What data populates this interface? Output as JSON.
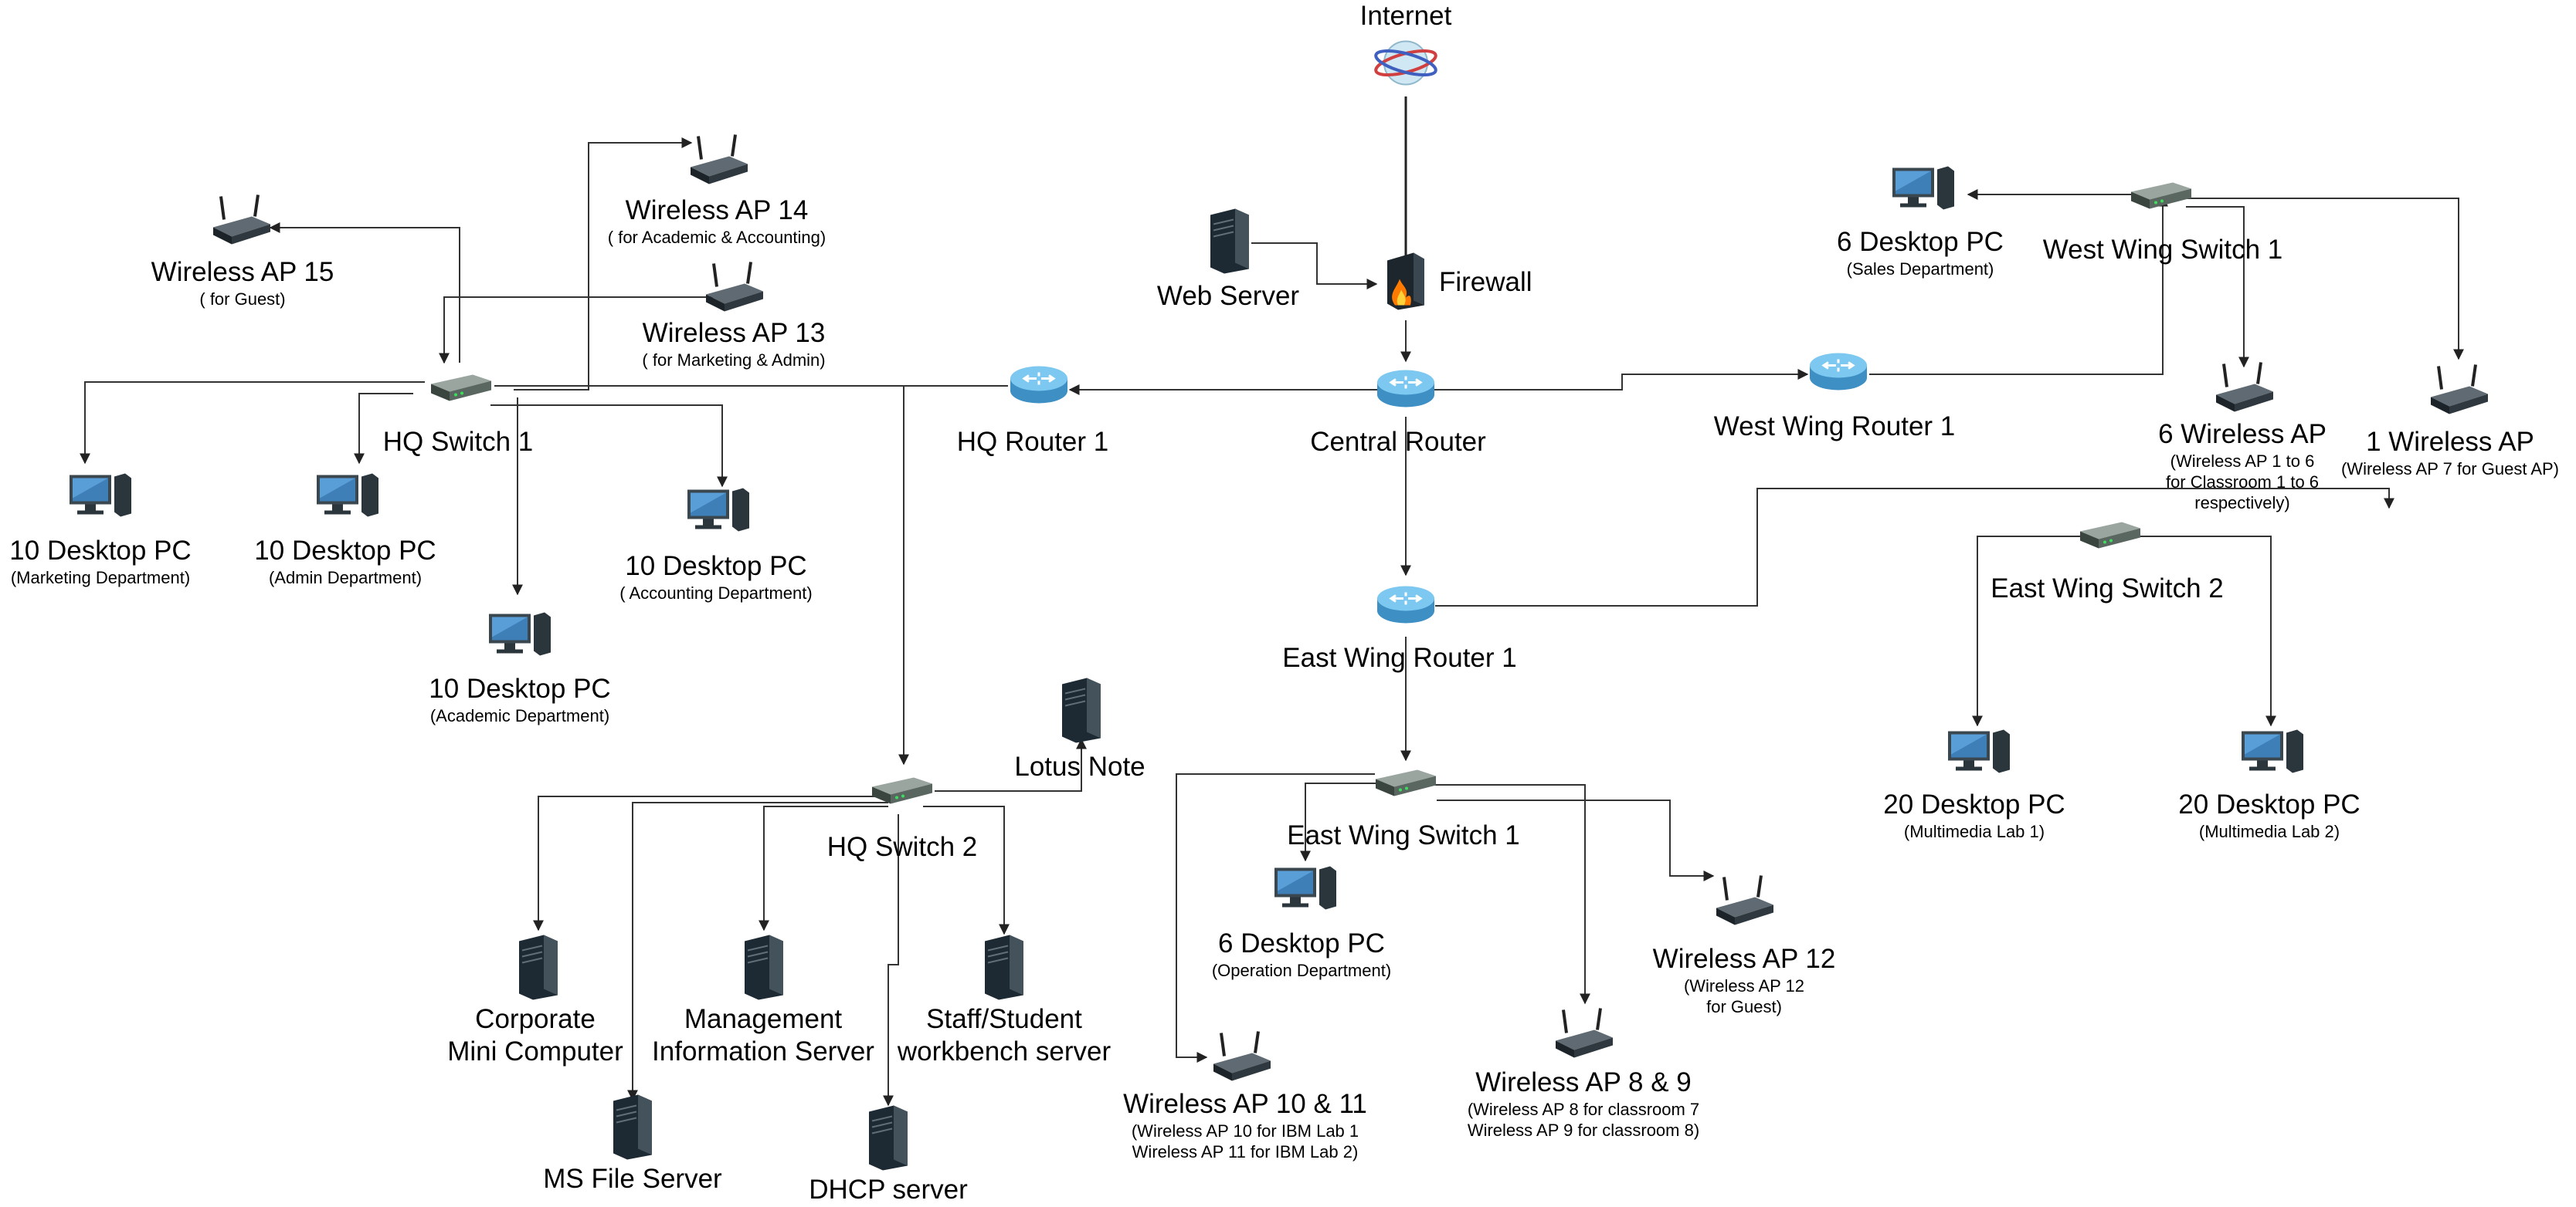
{
  "labels": {
    "internet": "Internet",
    "firewall": "Firewall",
    "web_server": "Web Server",
    "central_router": "Central Router",
    "hq_router_1": "HQ Router 1",
    "west_router_1": "West Wing Router 1",
    "east_router_1": "East Wing Router 1",
    "hq_switch_1": "HQ Switch 1",
    "hq_switch_2": "HQ Switch 2",
    "west_switch_1": "West Wing Switch 1",
    "east_switch_1": "East Wing Switch 1",
    "east_switch_2": "East Wing Switch 2",
    "lotus_note": "Lotus Note"
  },
  "hq": {
    "ap15": {
      "title": "Wireless AP 15",
      "sub": "( for Guest)"
    },
    "ap14": {
      "title": "Wireless AP 14",
      "sub": "( for Academic & Accounting)"
    },
    "ap13": {
      "title": "Wireless AP 13",
      "sub": "( for Marketing & Admin)"
    },
    "pc_marketing": {
      "title": "10 Desktop PC",
      "sub": "(Marketing Department)"
    },
    "pc_admin": {
      "title": "10 Desktop PC",
      "sub": "(Admin Department)"
    },
    "pc_accounting": {
      "title": "10 Desktop PC",
      "sub": "( Accounting Department)"
    },
    "pc_academic": {
      "title": "10 Desktop PC",
      "sub": "(Academic Department)"
    },
    "corporate": {
      "line1": "Corporate",
      "line2": "Mini Computer"
    },
    "mis": {
      "line1": "Management",
      "line2": "Information Server"
    },
    "workbench": {
      "line1": "Staff/Student",
      "line2": "workbench server"
    },
    "ms_file": "MS File Server",
    "dhcp": "DHCP server"
  },
  "west": {
    "pc_sales": {
      "title": "6 Desktop PC",
      "sub": "(Sales Department)"
    },
    "ap_class": {
      "title": "6 Wireless AP",
      "sub1": "(Wireless AP 1 to 6",
      "sub2": "for Classroom 1 to 6",
      "sub3": "respectively)"
    },
    "ap_guest": {
      "title": "1 Wireless AP",
      "sub": "(Wireless AP 7 for Guest AP)"
    }
  },
  "east": {
    "pc_lab1": {
      "title": "20 Desktop PC",
      "sub": "(Multimedia Lab 1)"
    },
    "pc_lab2": {
      "title": "20 Desktop PC",
      "sub": "(Multimedia Lab 2)"
    },
    "pc_operation": {
      "title": "6 Desktop PC",
      "sub": "(Operation Department)"
    },
    "ap12": {
      "title": "Wireless AP 12",
      "sub1": "(Wireless AP 12",
      "sub2": "for Guest)"
    },
    "ap10_11": {
      "title": "Wireless AP 10 & 11",
      "sub1": "(Wireless AP 10 for IBM Lab 1",
      "sub2": "Wireless AP 11 for IBM Lab 2)"
    },
    "ap8_9": {
      "title": "Wireless AP 8 & 9",
      "sub1": "(Wireless AP 8 for classroom 7",
      "sub2": "Wireless AP 9 for classroom 8)"
    }
  },
  "colors": {
    "router": "#5ab4e6",
    "switch": "#4a5a52",
    "wire": "#333333",
    "device": "#1e2a33"
  }
}
